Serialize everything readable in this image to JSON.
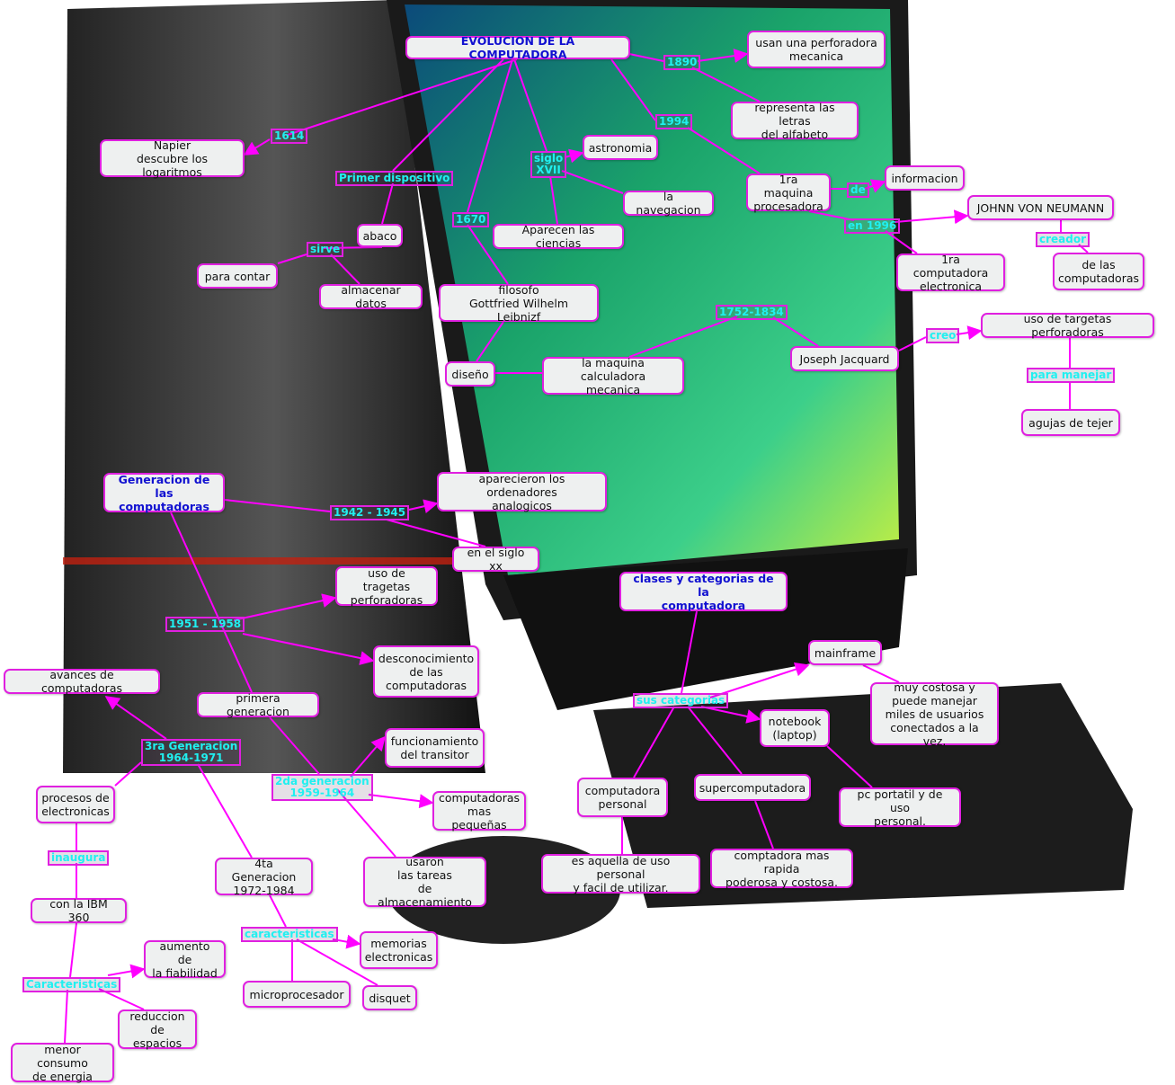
{
  "colors": {
    "concept_border": "#e020e0",
    "link_line": "#ff00ff",
    "link_label": "#20f0f0",
    "root_text": "#1010d0",
    "concept_fill": "#eef0f0"
  },
  "concepts": {
    "title": "EVOLUCION DE LA COMPUTADORA",
    "usan": "usan una perforadora\nmecanica",
    "representa": "representa las letras\ndel alfabeto",
    "napier": "Napier\ndescubre los logaritmos",
    "astronomia": "astronomia",
    "navegacion": "la navegacion",
    "maquina1": "1ra maquina\nprocesadora",
    "informacion": "informacion",
    "neumann": "JOHNN VON NEUMANN",
    "comp_elec": "1ra computadora\nelectronica",
    "de_las": "de las\ncomputadoras",
    "abaco": "abaco",
    "ciencias": "Aparecen las ciencias",
    "contar": "para contar",
    "almacenar": "almacenar datos",
    "filosofo": "filosofo\nGottfried Wilhelm Leibnizf",
    "targetas": "uso de targetas perforadoras",
    "jacquard": "Joseph Jacquard",
    "diseno": "diseño",
    "calculadora": "la maquina calculadora\nmecanica",
    "agujas": "agujas de tejer",
    "generacion": "Generacion de\nlas computadoras",
    "analogicos": "aparecieron los ordenadores\nanalogicos",
    "sigloxx": "en el siglo xx",
    "tragetas": "uso de tragetas\nperforadoras",
    "clases": "clases y categorias de la\ncomputadora",
    "mainframe": "mainframe",
    "desconocimiento": "desconocimiento\nde las\ncomputadoras",
    "avances": "avances de computadoras",
    "primera": "primera generacion",
    "costosa": "muy costosa y\npuede manejar\nmiles de usuarios\nconectados a la vez.",
    "notebook": "notebook\n(laptop)",
    "transitor": "funcionamiento\ndel transitor",
    "procesos": "procesos de\nelectronicas",
    "personal": "computadora\npersonal",
    "super": "supercomputadora",
    "portatil": "pc portatil y de uso\npersonal.",
    "pequenas": "computadoras\nmas pequeñas",
    "aquella": "es aquella de uso personal\ny facil de utilizar.",
    "rapida": "comptadora mas rapida\npoderosa y costosa.",
    "usaron": "usaron\nlas tareas\nde almacenamiento",
    "cuarta": "4ta Generacion\n1972-1984",
    "ibm": "con la IBM 360",
    "fiabilidad": "aumento de\nla fiabilidad",
    "memorias": "memorias\nelectronicas",
    "micro": "microprocesador",
    "disquet": "disquet",
    "reduccion": "reduccion\nde espacios",
    "consumo": "menor consumo\nde energia"
  },
  "linking_phrases": {
    "l1890": "1890",
    "l1994": "1994",
    "l1614": "1614",
    "siglo": "siglo\nXVII",
    "primer": "Primer dispositivo",
    "de": "de",
    "en1996": "en 1996",
    "creador": "creador",
    "l1670": "1670",
    "sirve": "sirve",
    "l1752": "1752-1834",
    "creo": "creo",
    "manejar": "para manejar",
    "l1942": "1942 - 1945",
    "l1951": "1951 - 1958",
    "categorias": "sus categorias",
    "tercera": "3ra Generacion\n1964-1971",
    "segunda": "2da generacion\n1959-1964",
    "inaugura": "inaugura",
    "caract2": "caracteristicas",
    "caract1": "Caracteristicas"
  }
}
